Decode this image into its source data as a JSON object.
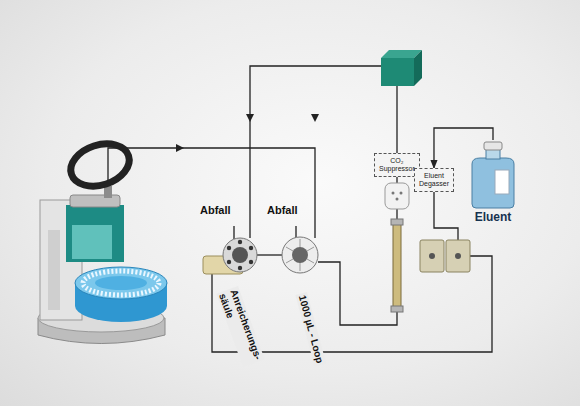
{
  "diagram": {
    "nodes": [
      {
        "text": [
          "CO₂ Suppressor"
        ]
      },
      {
        "text": [
          "Eluent Degasser"
        ]
      },
      {
        "text": [
          "Eluent"
        ]
      }
    ],
    "edges": [
      {
        "from": 2,
        "to": 1,
        "arrow": "to"
      }
    ],
    "labels": [
      "Abfall",
      "Abfall",
      "Anreicherungs- säule",
      "1000 µL - Loop"
    ]
  }
}
